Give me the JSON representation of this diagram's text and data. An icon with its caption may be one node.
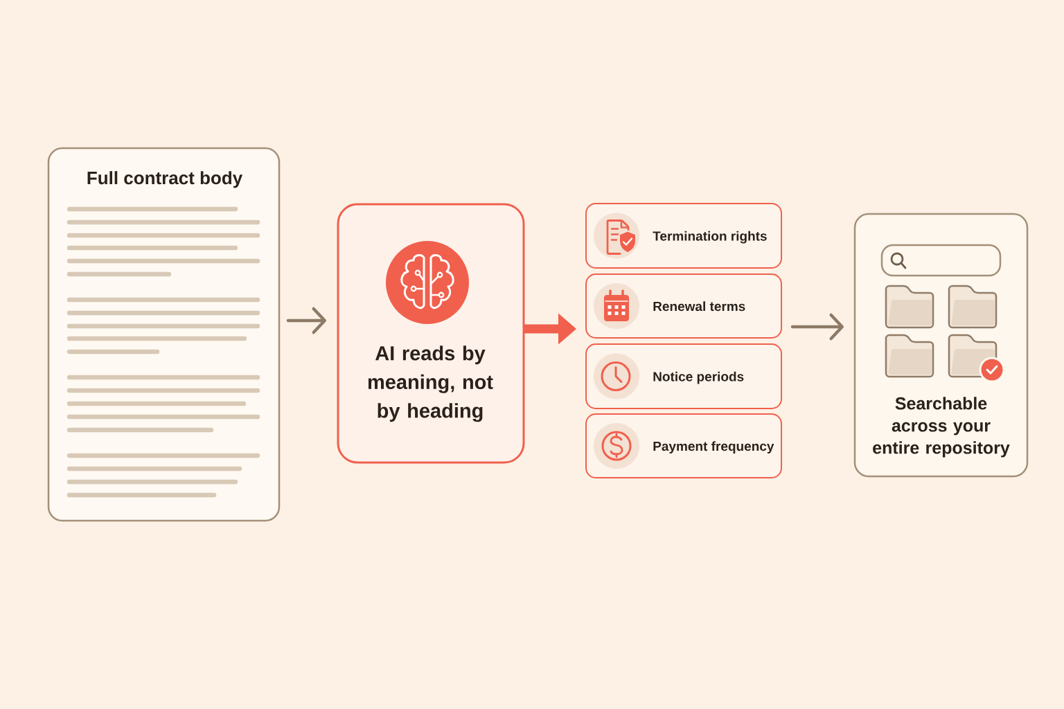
{
  "diagram": {
    "nodes": [
      {
        "text": [
          "Full contract body"
        ]
      },
      {
        "text": [
          "AI reads by meaning, not by heading"
        ]
      },
      {
        "text": [
          "Termination rights"
        ]
      },
      {
        "text": [
          "Renewal terms"
        ]
      },
      {
        "text": [
          "Notice periods"
        ]
      },
      {
        "text": [
          "Payment frequency"
        ]
      },
      {
        "text": [
          "Searchable across your entire repository"
        ]
      }
    ],
    "edges": [
      {
        "from": 0,
        "to": 1,
        "arrow": "to"
      },
      {
        "from": 1,
        "to": 3,
        "arrow": "to",
        "style": "thick",
        "color": "#f0604d"
      },
      {
        "from": 3,
        "to": 6,
        "arrow": "to"
      }
    ]
  }
}
